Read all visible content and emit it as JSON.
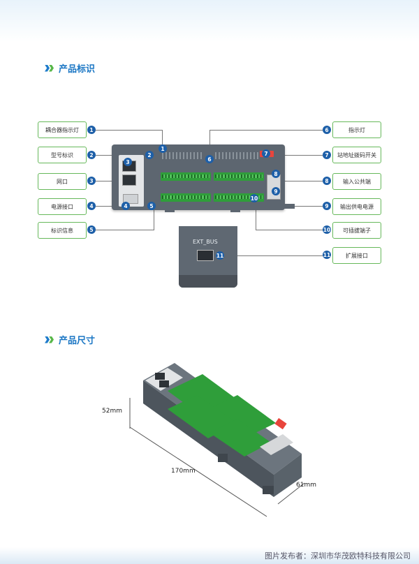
{
  "sections": {
    "identification_title": "产品标识",
    "dimensions_title": "产品尺寸"
  },
  "labels_left": [
    {
      "num": "1",
      "text": "耦合器指示灯"
    },
    {
      "num": "2",
      "text": "型号标识"
    },
    {
      "num": "3",
      "text": "网口"
    },
    {
      "num": "4",
      "text": "电源接口"
    },
    {
      "num": "5",
      "text": "标识信息"
    }
  ],
  "labels_right": [
    {
      "num": "6",
      "text": "指示灯"
    },
    {
      "num": "7",
      "text": "站地址拨码开关"
    },
    {
      "num": "8",
      "text": "输入公共端"
    },
    {
      "num": "9",
      "text": "输出供电电源"
    },
    {
      "num": "10",
      "text": "可插拔端子"
    },
    {
      "num": "11",
      "text": "扩展接口"
    }
  ],
  "device_markers": [
    "1",
    "2",
    "3",
    "4",
    "5",
    "6",
    "7",
    "8",
    "9",
    "10",
    "11"
  ],
  "zoom_label": "EXT_BUS",
  "dimensions": {
    "height": "52mm",
    "length": "170mm",
    "depth": "61mm"
  },
  "footer": {
    "publisher": "图片发布者：深圳市华茂欧特科技有限公司"
  },
  "colors": {
    "accent_blue": "#1a76c4",
    "accent_green": "#58b749",
    "marker": "#1d5fa8"
  }
}
